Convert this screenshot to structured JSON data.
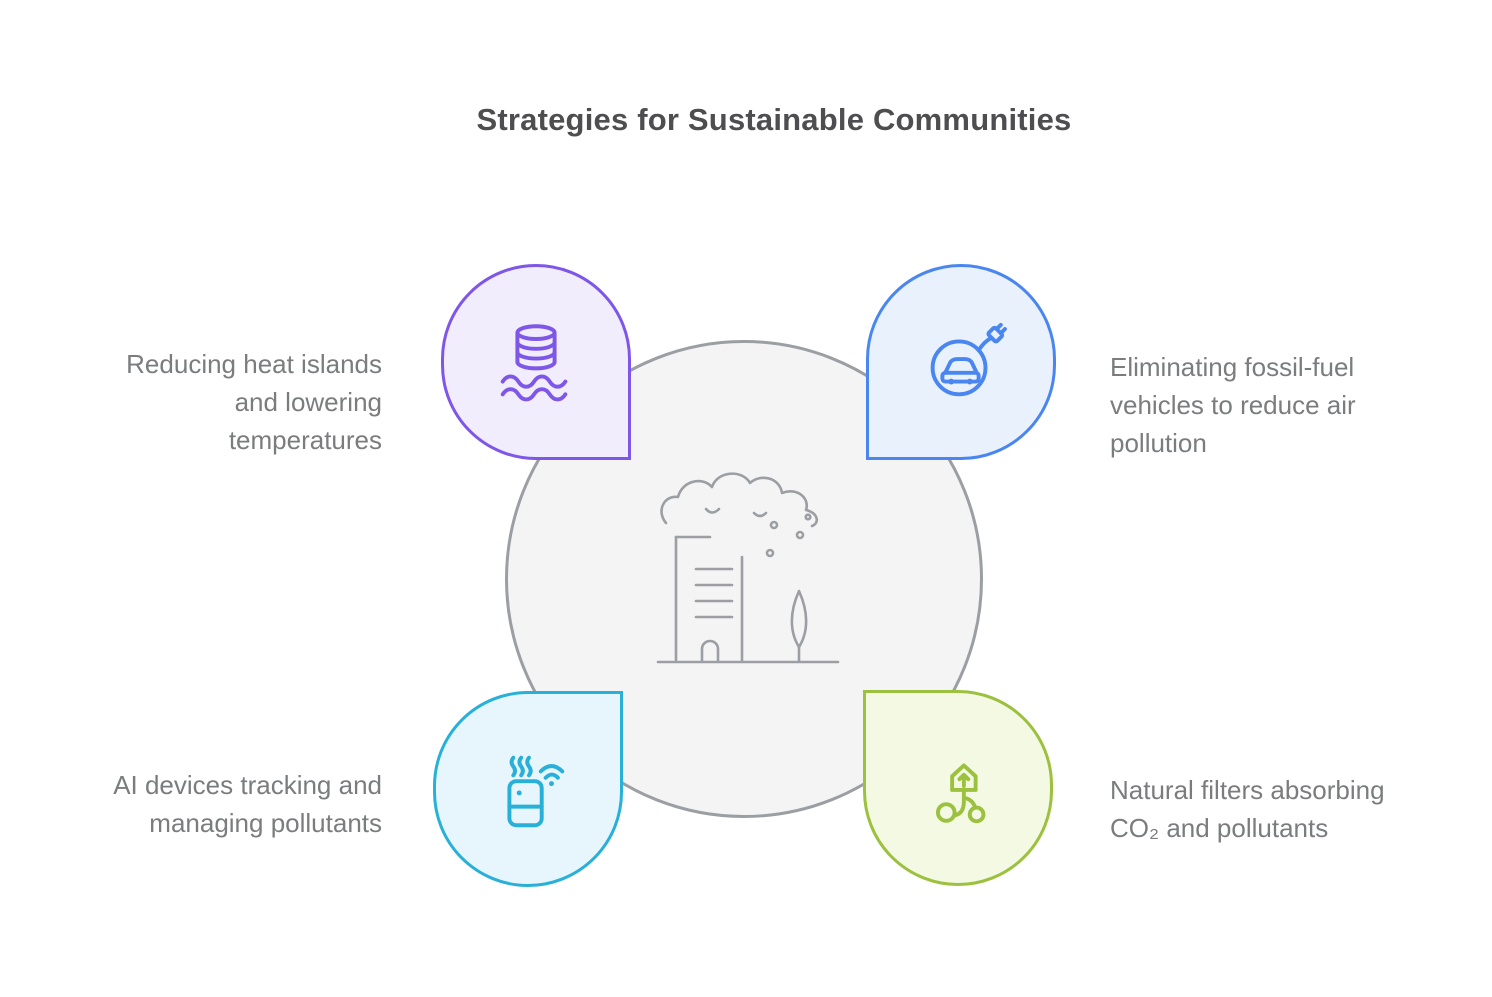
{
  "title": "Strategies for Sustainable Communities",
  "colors": {
    "background": "#ffffff",
    "title_text": "#4e4e50",
    "body_text": "#7a7c7e",
    "center_fill": "#f4f4f5",
    "center_stroke": "#9b9ea3"
  },
  "center": {
    "illustration": "city-skyline-with-cloud-tree-and-clean-air"
  },
  "items": [
    {
      "id": "heat-islands",
      "position": "top-left",
      "icon": "water-thermal-storage-icon",
      "label": "Reducing heat islands and lowering temperatures",
      "accent": "#7e57e8",
      "fill": "#f1edfd"
    },
    {
      "id": "ev-adoption",
      "position": "top-right",
      "icon": "electric-vehicle-charging-icon",
      "label": "Eliminating fossil-fuel vehicles to reduce air pollution",
      "accent": "#4a86ef",
      "fill": "#e9f1fd"
    },
    {
      "id": "ai-monitoring",
      "position": "bottom-left",
      "icon": "smart-air-purifier-icon",
      "label": "AI devices tracking and managing pollutants",
      "accent": "#28b0d8",
      "fill": "#e6f6fc"
    },
    {
      "id": "natural-filters",
      "position": "bottom-right",
      "icon": "plant-natural-filter-icon",
      "label": "Natural filters absorbing CO₂ and pollutants",
      "accent": "#9cc13e",
      "fill": "#f3f9e2"
    }
  ]
}
